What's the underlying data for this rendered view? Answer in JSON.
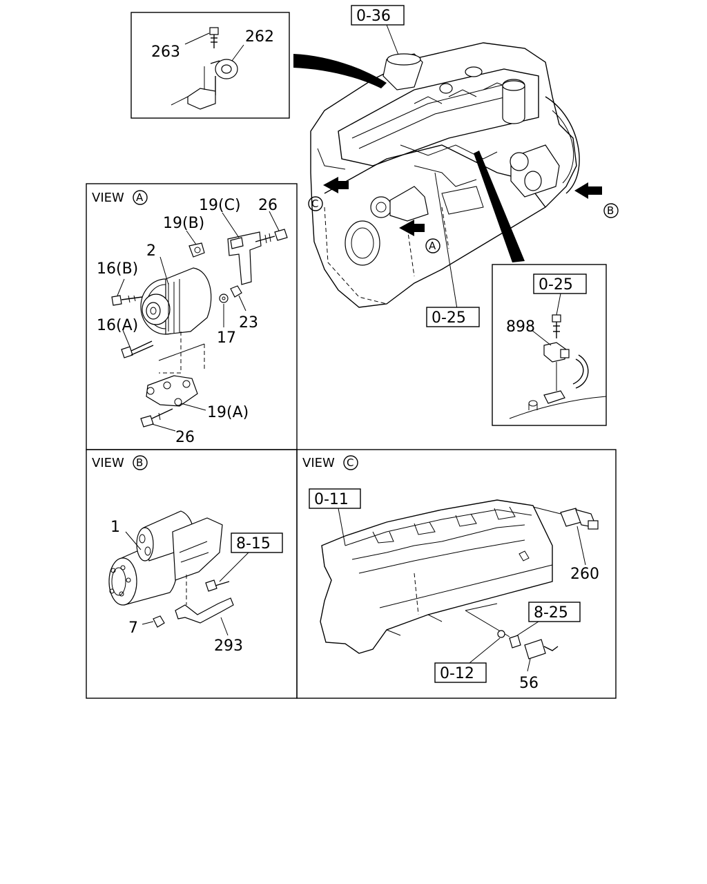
{
  "views": {
    "a": {
      "prefix": "VIEW",
      "letter": "A"
    },
    "b": {
      "prefix": "VIEW",
      "letter": "B"
    },
    "c": {
      "prefix": "VIEW",
      "letter": "C"
    }
  },
  "arrows": {
    "a": "A",
    "b": "B",
    "c": "C"
  },
  "refs": {
    "r0_36": "0-36",
    "r0_25_main": "0-25",
    "r0_25_detail": "0-25",
    "r8_15": "8-15",
    "r0_11": "0-11",
    "r8_25": "8-25",
    "r0_12": "0-12"
  },
  "parts": {
    "p263": "263",
    "p262": "262",
    "p898": "898",
    "p19c": "19(C)",
    "p26_top": "26",
    "p19b": "19(B)",
    "p2": "2",
    "p16b": "16(B)",
    "p16a": "16(A)",
    "p17": "17",
    "p23": "23",
    "p19a": "19(A)",
    "p26_bot": "26",
    "p1": "1",
    "p7": "7",
    "p293": "293",
    "p260": "260",
    "p56": "56"
  }
}
